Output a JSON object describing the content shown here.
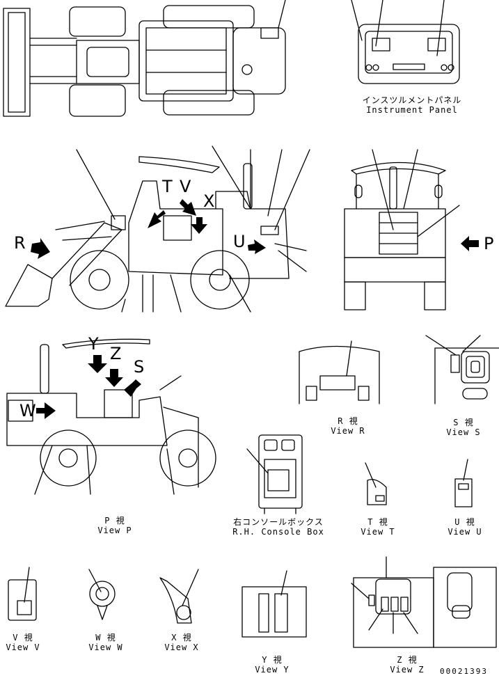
{
  "labels": {
    "instrument_panel": {
      "jp": "インスツルメントパネル",
      "en": "Instrument Panel"
    },
    "view_p": {
      "jp": "P 視",
      "en": "View P"
    },
    "view_r": {
      "jp": "R 視",
      "en": "View R"
    },
    "view_s": {
      "jp": "S 視",
      "en": "View S"
    },
    "view_t": {
      "jp": "T 視",
      "en": "View T"
    },
    "view_u": {
      "jp": "U 視",
      "en": "View U"
    },
    "view_v": {
      "jp": "V 視",
      "en": "View V"
    },
    "view_w": {
      "jp": "W 視",
      "en": "View W"
    },
    "view_x": {
      "jp": "X 視",
      "en": "View X"
    },
    "view_y": {
      "jp": "Y 視",
      "en": "View Y"
    },
    "view_z": {
      "jp": "Z 視",
      "en": "View Z"
    },
    "console_box": {
      "jp": "右コンソールボックス",
      "en": "R.H. Console Box"
    }
  },
  "view_letters": {
    "r": "R",
    "p": "P",
    "t": "T",
    "v": "V",
    "x": "X",
    "u": "U",
    "y": "Y",
    "z": "Z",
    "s": "S",
    "w": "W"
  },
  "drawing_code": "00021393"
}
